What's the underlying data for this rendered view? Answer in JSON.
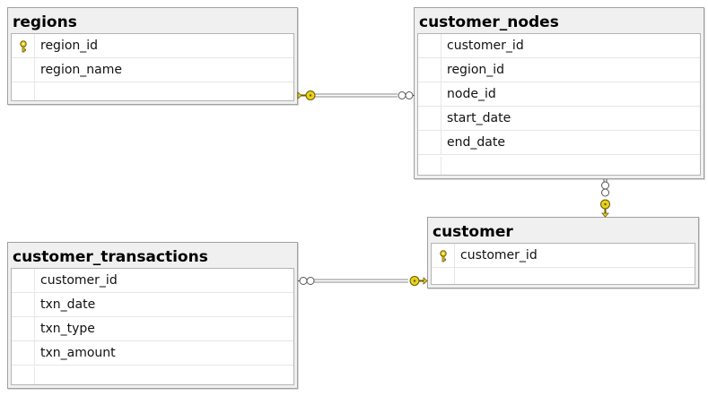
{
  "tables": {
    "regions": {
      "title": "regions",
      "columns": [
        "region_id",
        "region_name"
      ],
      "primary_key": "region_id"
    },
    "customer_nodes": {
      "title": "customer_nodes",
      "columns": [
        "customer_id",
        "region_id",
        "node_id",
        "start_date",
        "end_date"
      ]
    },
    "customer": {
      "title": "customer",
      "columns": [
        "customer_id"
      ],
      "primary_key": "customer_id"
    },
    "customer_transactions": {
      "title": "customer_transactions",
      "columns": [
        "customer_id",
        "txn_date",
        "txn_type",
        "txn_amount"
      ]
    }
  },
  "relationships": [
    {
      "from": "customer_nodes",
      "to": "regions",
      "from_end": "many",
      "to_end": "one-key"
    },
    {
      "from": "customer_nodes",
      "to": "customer",
      "from_end": "many",
      "to_end": "one-key"
    },
    {
      "from": "customer_transactions",
      "to": "customer",
      "from_end": "many",
      "to_end": "one-key"
    }
  ],
  "colors": {
    "key": "#e8d21a",
    "line": "#8a8a8a",
    "header_bg": "#f0f0f0"
  }
}
